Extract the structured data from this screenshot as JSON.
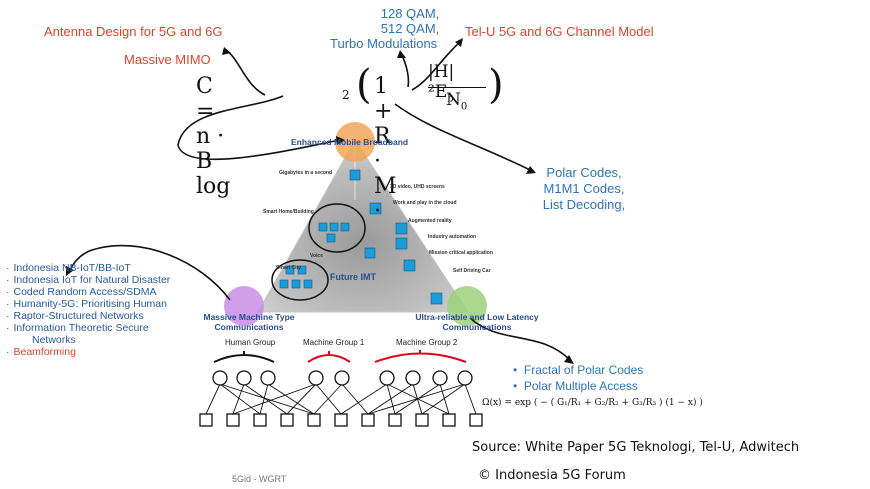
{
  "labels": {
    "antenna": "Antenna Design for 5G and 6G",
    "mimo": "Massive MIMO",
    "qam1": "128 QAM,",
    "qam2": "512 QAM,",
    "qam3": "Turbo Modulations",
    "channel": "Tel-U 5G and 6G Channel Model",
    "polar1": "Polar Codes,",
    "polar2": "M1M1 Codes,",
    "polar3": "List Decoding,"
  },
  "formula": {
    "lhs": "C = n · B log",
    "sub": "2",
    "inner": "1 + R · M ·",
    "num": "|H|²E",
    "num_sub": "b",
    "den": "N",
    "den_sub": "0"
  },
  "triangle": {
    "top": "Enhanced Mobile Broadband",
    "center": "Future IMT",
    "left1": "Massive Machine Type",
    "left2": "Communications",
    "right1": "Ultra-reliable and Low Latency",
    "right2": "Communications",
    "items": {
      "gigabytes": "Gigabytes in a second",
      "video": "3D video, UHD screens",
      "work": "Work and play in the cloud",
      "smarthome": "Smart Home/Building",
      "ar": "Augmented reality",
      "industry": "Industry automation",
      "voice": "Voice",
      "mission": "Mission critical application",
      "smartcity": "Smart City",
      "selfdriving": "Self Driving Car"
    }
  },
  "left_list": [
    "Indonesia NB-IoT/BB-IoT",
    "Indonesia IoT for Natural Disaster",
    "Coded Random Access/SDMA",
    "Humanity-5G: Prioritising Human",
    "Raptor-Structured Networks",
    "Information Theoretic Secure",
    "Networks",
    "Beamforming"
  ],
  "groups": {
    "human": "Human Group",
    "m1": "Machine Group 1",
    "m2": "Machine Group 2"
  },
  "right_list": [
    "Fractal of Polar Codes",
    "Polar Multiple Access"
  ],
  "omega": "Ω(x) = exp ( − ( G₁/R₁ + G₂/R₂ + G₃/R₃ ) (1 − x) )",
  "source": "Source: White Paper 5G Teknologi, Tel-U, Adwitech",
  "copyright": "© Indonesia  5G  Forum",
  "footer": "5Gid - WGRT",
  "colors": {
    "red": "#d9452b",
    "blue": "#2f73b8",
    "triangle": "#bdbdbd",
    "orange": "#f2a65a",
    "purple": "#c98ee6",
    "green": "#9ed07e",
    "icon": "#1b9bd7"
  }
}
